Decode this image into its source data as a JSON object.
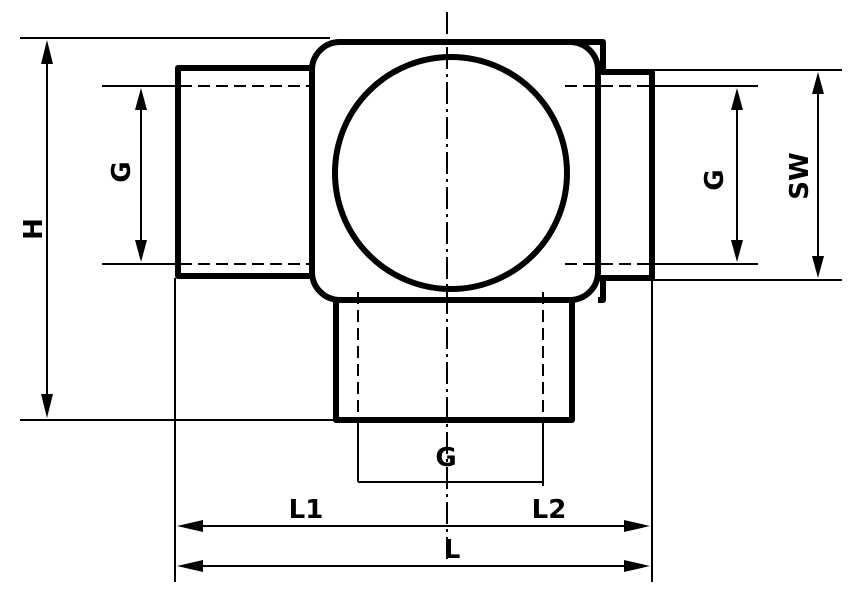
{
  "labels": {
    "height": "H",
    "thread_left": "G",
    "thread_right": "G",
    "wrench_size": "SW",
    "thread_bottom": "G",
    "length_1": "L1",
    "length_2": "L2",
    "length_total": "L"
  }
}
